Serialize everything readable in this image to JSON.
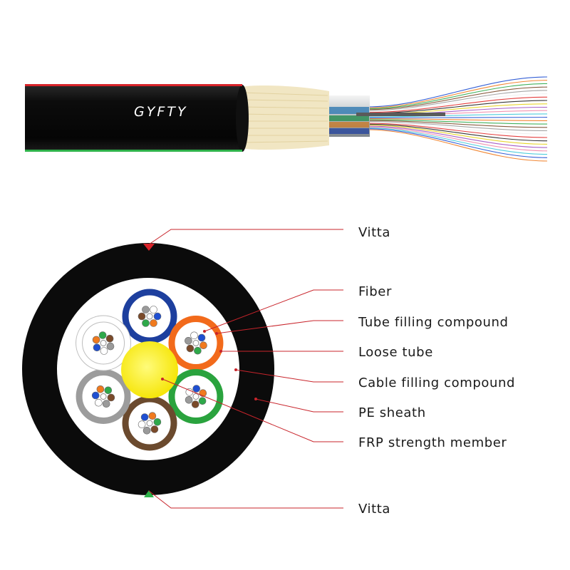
{
  "cable": {
    "brand_text": "GYFTY",
    "fiber_colors": [
      "#1f4fd1",
      "#f07a1e",
      "#2ea84a",
      "#7a4a2a",
      "#9a9a9a",
      "#eeeeee",
      "#e12a2a",
      "#222222",
      "#e6d21a",
      "#a050c0",
      "#f08aa8",
      "#3cc8d8"
    ]
  },
  "labels": {
    "vitta_top": "Vitta",
    "fiber": "Fiber",
    "tube_filling": "Tube filling compound",
    "loose_tube": "Loose tube",
    "cable_filling": "Cable filling compound",
    "pe_sheath": "PE sheath",
    "frp": "FRP strength member",
    "vitta_bottom": "Vitta"
  },
  "colors": {
    "sheath": "#0b0b0b",
    "vitta_red": "#d8232a",
    "vitta_green": "#2fb24a",
    "leader_line": "#c8242b",
    "frp_yellow": "#fff200",
    "aramid": "#f1e6c3"
  },
  "tubes": [
    {
      "name": "blue",
      "color": "#1d3f9e"
    },
    {
      "name": "orange",
      "color": "#f26a1b"
    },
    {
      "name": "green",
      "color": "#2aa33e"
    },
    {
      "name": "brown",
      "color": "#6b4a2e"
    },
    {
      "name": "grey",
      "color": "#9c9c9c"
    },
    {
      "name": "white",
      "color": "#ffffff"
    }
  ]
}
